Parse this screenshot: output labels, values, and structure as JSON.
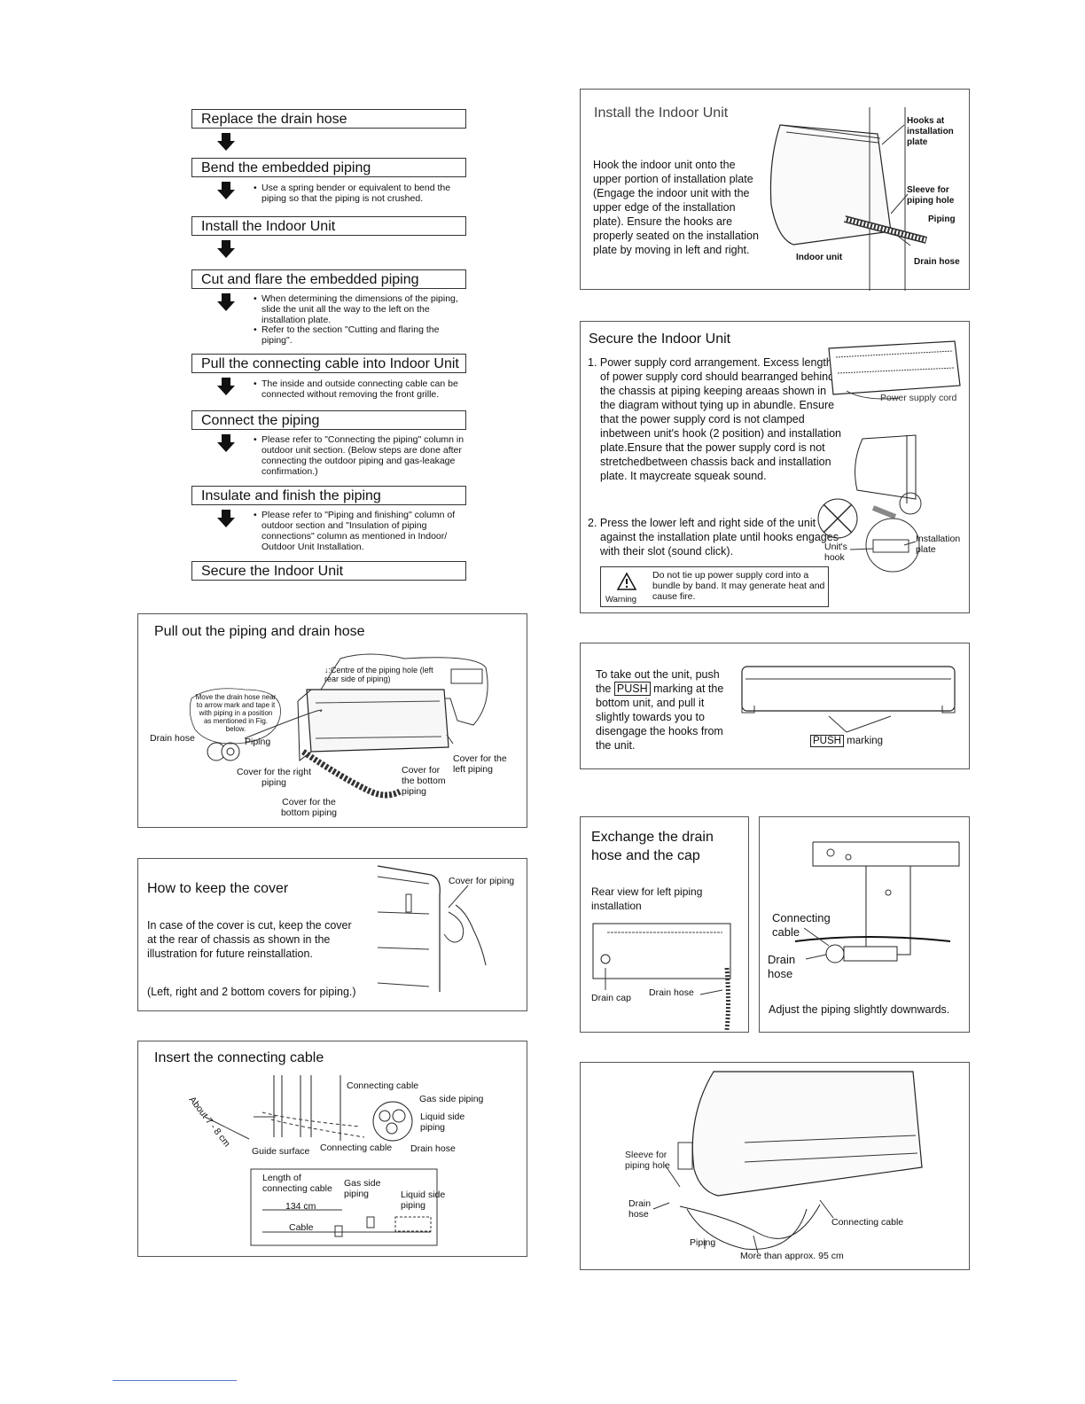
{
  "flow": {
    "steps": [
      "Replace the drain hose",
      "Bend the embedded piping",
      "Install the Indoor Unit",
      "Cut and flare the embedded piping",
      "Pull the connecting cable into Indoor Unit",
      "Connect the piping",
      "Insulate and finish the piping",
      "Secure the Indoor Unit"
    ],
    "notes": {
      "bend": "Use a spring bender or equivalent to bend the piping so that the piping is not crushed.",
      "cut1": "When determining the dimensions of the piping, slide the unit all the way to the left on the installation plate.",
      "cut2": "Refer to the section \"Cutting and flaring the piping\".",
      "pull": "The inside and outside connecting cable can be connected without removing the front grille.",
      "connect": "Please refer to \"Connecting the piping\" column in outdoor unit section. (Below steps are done after connecting the outdoor piping and gas-leakage confirmation.)",
      "insulate": "Please refer to \"Piping and finishing\" column of outdoor section and \"Insulation of piping connections\" column as mentioned in Indoor/ Outdoor Unit Installation."
    }
  },
  "pull_out": {
    "title": "Pull out the piping and drain hose",
    "centre_label": "↓:Centre of the piping hole (left rear side of piping)",
    "bubble": "Move the drain hose near to arrow mark and tape it with piping in a position as mentioned in Fig. below.",
    "drain_hose": "Drain hose",
    "piping": "Piping",
    "cover_right": "Cover for the right piping",
    "cover_bottom_a": "Cover for the bottom piping",
    "cover_bottom_b": "Cover for the bottom piping",
    "cover_left": "Cover for the left piping"
  },
  "keep_cover": {
    "title": "How to keep the cover",
    "text": "In case of the cover is cut, keep the cover at the rear of chassis as shown in the illustration for future reinstallation.",
    "note": "(Left, right and 2 bottom covers for piping.)",
    "label": "Cover for piping"
  },
  "insert_cable": {
    "title": "Insert the connecting cable",
    "about": "About 7 - 8 cm",
    "connecting_cable_top": "Connecting cable",
    "gas_side": "Gas side piping",
    "liquid_side": "Liquid side piping",
    "guide_surface": "Guide surface",
    "connecting_cable_bottom": "Connecting cable",
    "drain_hose": "Drain hose",
    "length_label": "Length of connecting cable",
    "length_value": "134 cm",
    "gas_side_2": "Gas side piping",
    "liquid_side_2": "Liquid side piping",
    "cable": "Cable"
  },
  "install_indoor": {
    "title": "Install the Indoor Unit",
    "text": "Hook the indoor unit onto the upper portion of installation plate (Engage the indoor unit with the upper edge of the installation plate). Ensure the hooks are properly seated on the installation plate by moving in left and right.",
    "hooks": "Hooks at installation plate",
    "sleeve": "Sleeve for piping hole",
    "piping": "Piping",
    "indoor_unit": "Indoor unit",
    "drain_hose": "Drain hose"
  },
  "secure": {
    "title": "Secure the Indoor Unit",
    "item1": "1. Power supply cord arrangement. Excess length of power supply cord should bearranged behind the chassis at piping keeping areaas shown in the diagram without tying up in abundle. Ensure that the power supply cord is not clamped inbetween unit's hook (2 position) and installation plate.Ensure that the power supply cord is not stretchedbetween chassis back and installation plate. It maycreate squeak sound.",
    "item2": "2. Press the lower left and right side of the unit against the installation plate until hooks engages with their slot (sound click).",
    "power_cord": "Power supply cord",
    "units_hook": "Unit's hook",
    "install_plate": "Installation plate",
    "warning_text": "Do not tie up power supply cord into a bundle by band. It may generate heat and cause fire.",
    "warning_label": "Warning"
  },
  "take_out": {
    "text_a": "To take out the unit, push the",
    "push": "PUSH",
    "text_b": "marking at the bottom unit, and pull it slightly towards you to disengage the hooks from the unit.",
    "marking": "marking"
  },
  "exchange": {
    "title": "Exchange the drain hose and the cap",
    "subtitle": "Rear view for left piping installation",
    "drain_cap": "Drain cap",
    "drain_hose": "Drain hose"
  },
  "adjust": {
    "connecting_cable": "Connecting cable",
    "drain_hose": "Drain hose",
    "caption": "Adjust the piping slightly downwards."
  },
  "final": {
    "sleeve": "Sleeve for piping hole",
    "drain_hose": "Drain hose",
    "piping": "Piping",
    "connecting_cable": "Connecting cable",
    "more_than": "More than approx. 95 cm"
  }
}
